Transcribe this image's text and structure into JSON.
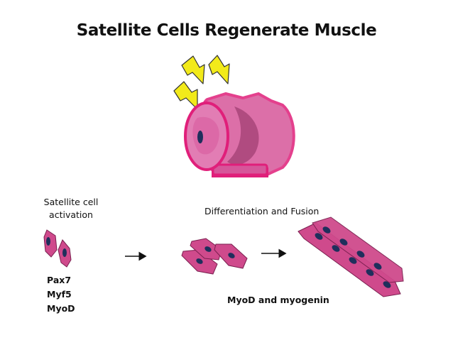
{
  "title": "Satellite Cells Regenerate Muscle",
  "satellite_label": {
    "line1": "Satellite cell",
    "line2": "activation"
  },
  "differentiation_label": "Differentiation and Fusion",
  "markers": [
    "Pax7",
    "Myf5",
    "MyoD"
  ],
  "myod_label": "MyoD and myogenin",
  "colors": {
    "cell_fill": "#cf4a8c",
    "cell_stroke": "#7a1f4f",
    "nucleus": "#1f2f5c",
    "muscle_fill": "#d6569a",
    "muscle_stroke": "#e01f7a",
    "lightning_fill": "#f2ea1a",
    "lightning_stroke": "#333333"
  }
}
